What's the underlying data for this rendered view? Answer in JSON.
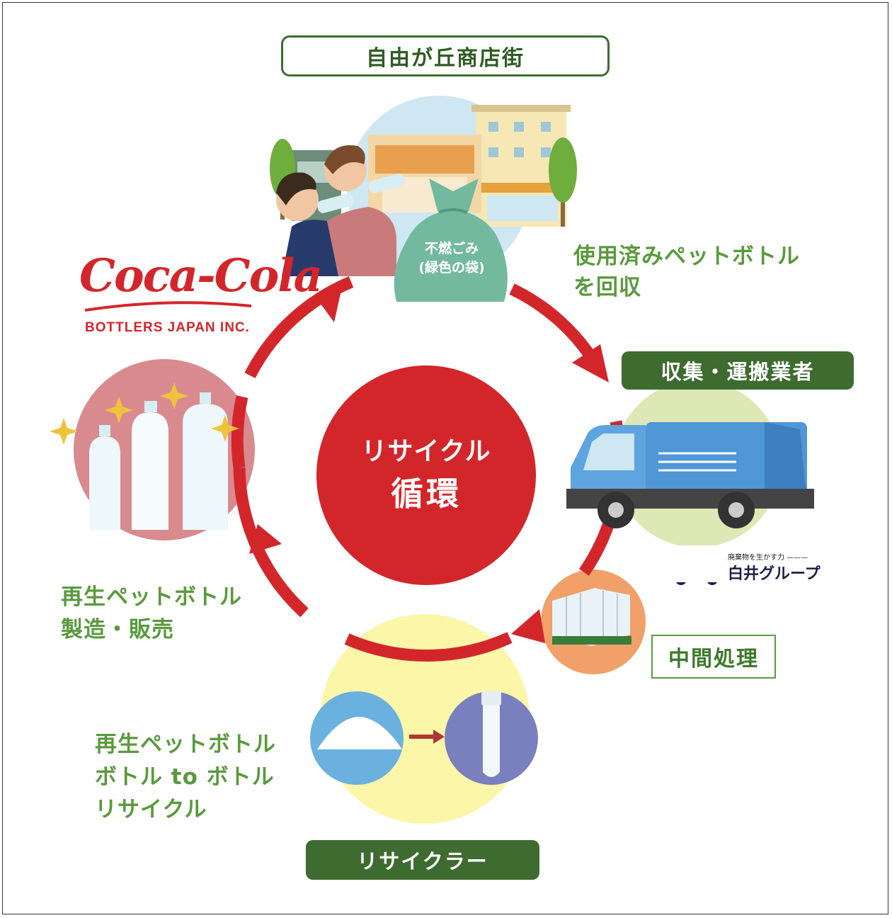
{
  "shotengai_label": "自由が丘商店街",
  "bag_label_lines": [
    "不燃ごみ",
    "(緑色の袋)"
  ],
  "step_collect_lines": [
    "使用済みペットボトル",
    "を回収"
  ],
  "collector_label": "収集・運搬業者",
  "intermediate_label": "中間処理",
  "recycler_label": "リサイクラー",
  "recycle_lines": [
    "再生ペットボトル",
    "ボトル to ボトル",
    "リサイクル"
  ],
  "manufacture_lines": [
    "再生ペットボトル",
    "製造・販売"
  ],
  "center_lines": [
    "リサイクル",
    "循環"
  ],
  "coca_cola": {
    "script": "Coca-Cola",
    "sub": "BOTTLERS JAPAN INC."
  },
  "shirai": {
    "tagline": "廃棄物を生かす力 ———",
    "name": "白井グループ"
  },
  "colors": {
    "red": "#d3262b",
    "green_dark": "#3d6b30",
    "green_text": "#5a9a3e",
    "pink": "#d98a8f",
    "yellow": "#fbf6a8",
    "orange": "#f0a068"
  }
}
